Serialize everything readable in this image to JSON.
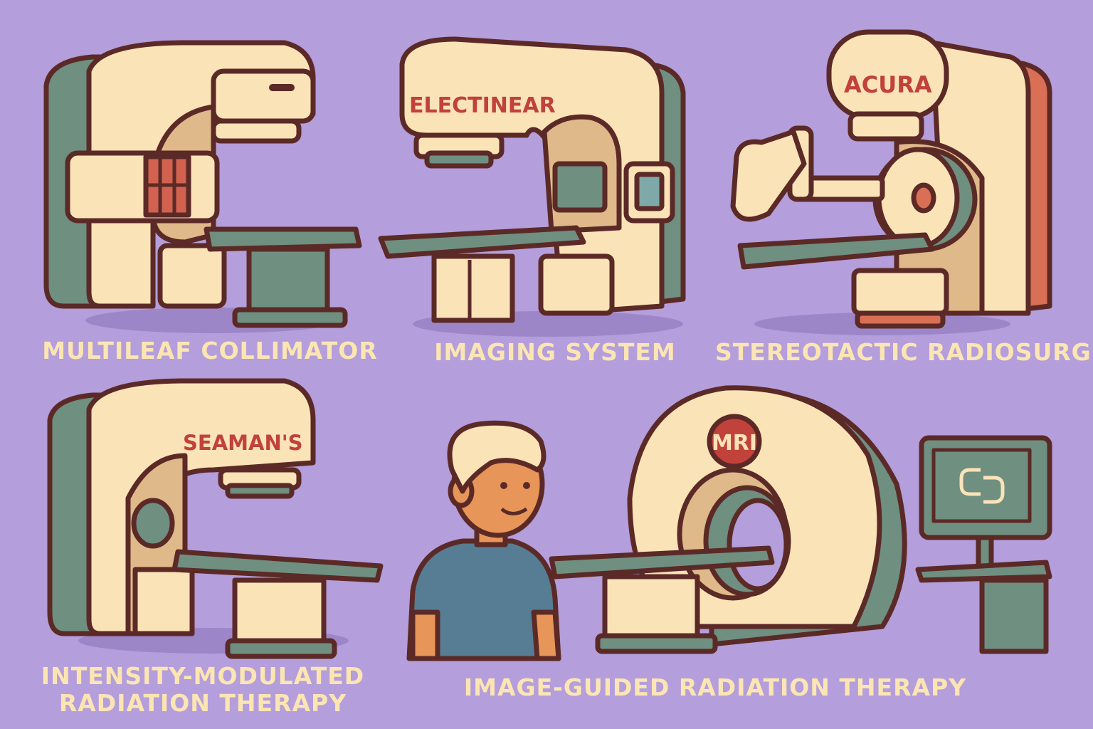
{
  "panels": [
    {
      "label": "MULTILEAF COLLIMATOR"
    },
    {
      "label": "IMAGING SYSTEM",
      "brand": "ELECTINEAR"
    },
    {
      "label": "STEREOTACTIC RADIOSURGERY",
      "brand": "ACURA"
    },
    {
      "label_line1": "INTENSITY-MODULATED",
      "label_line2": "RADIATION THERAPY",
      "brand": "SEAMAN'S"
    },
    {
      "label": "IMAGE-GUIDED RADIATION THERAPY",
      "brand": "MRI"
    }
  ],
  "colors": {
    "background": "#b49edb",
    "cream": "#fbe3b8",
    "outline": "#5b2a27",
    "teal": "#6f8f80",
    "tan": "#e0b98a",
    "red": "#c0423a",
    "label": "#fbe6b3"
  }
}
